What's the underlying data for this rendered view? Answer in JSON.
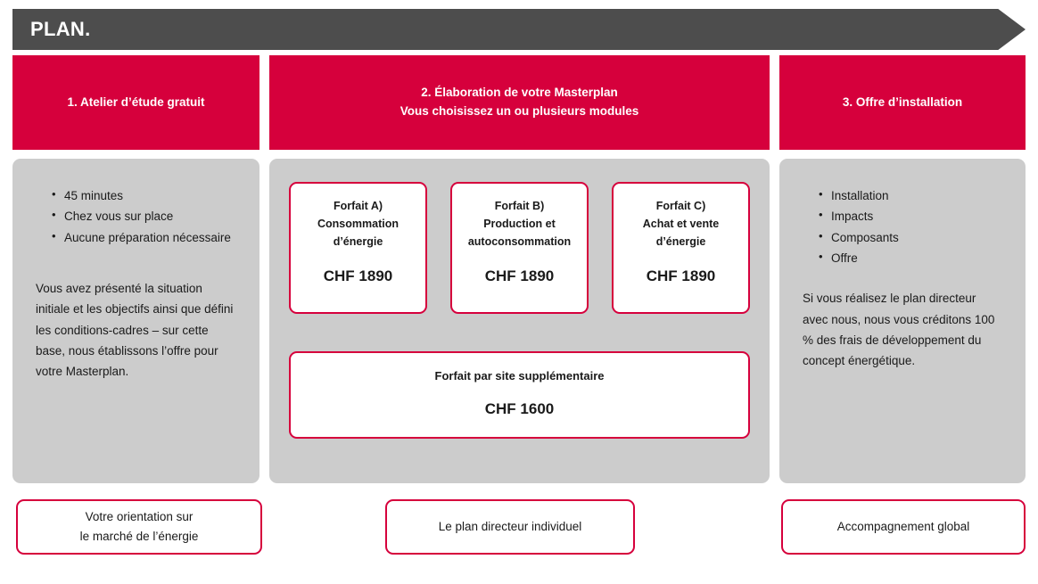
{
  "header": {
    "title": "PLAN.",
    "bar_color": "#4d4d4d",
    "shape": "arrow-right"
  },
  "accent_colors": {
    "red": "#d6003c",
    "panel_gray": "#cccccc",
    "dark_gray": "#4d4d4d"
  },
  "columns": [
    {
      "head_line1": "1. Atelier d’étude gratuit",
      "head_line2": "",
      "bullets": [
        "45 minutes",
        "Chez vous sur place",
        "Aucune préparation nécessaire"
      ],
      "paragraph": "Vous avez présenté la situation initiale et les objectifs ainsi que défini les conditions-cadres – sur cette base, nous établissons l’offre pour votre Masterplan.",
      "footer_line1": "Votre orientation sur",
      "footer_line2": "le marché de l’énergie"
    },
    {
      "head_line1": "2. Élaboration de votre Masterplan",
      "head_line2": "Vous choisissez un ou plusieurs modules",
      "footer_line1": "Le plan directeur individuel",
      "footer_line2": ""
    },
    {
      "head_line1": "3. Offre d’installation",
      "head_line2": "",
      "bullets": [
        "Installation",
        "Impacts",
        "Composants",
        "Offre"
      ],
      "paragraph": "Si vous réalisez le plan directeur avec nous, nous vous créditons 100 % des frais de développement du concept énergétique.",
      "footer_line1": "Accompagnement global",
      "footer_line2": ""
    }
  ],
  "packages": [
    {
      "title_line1": "Forfait A)",
      "title_line2": "Consommation",
      "title_line3": "d’énergie",
      "price": "CHF 1890"
    },
    {
      "title_line1": "Forfait B)",
      "title_line2": "Production et",
      "title_line3": "autoconsommation",
      "price": "CHF 1890"
    },
    {
      "title_line1": "Forfait C)",
      "title_line2": "Achat et vente",
      "title_line3": "d’énergie",
      "price": "CHF 1890"
    }
  ],
  "extra_package": {
    "title": "Forfait par site supplémentaire",
    "price": "CHF 1600"
  }
}
